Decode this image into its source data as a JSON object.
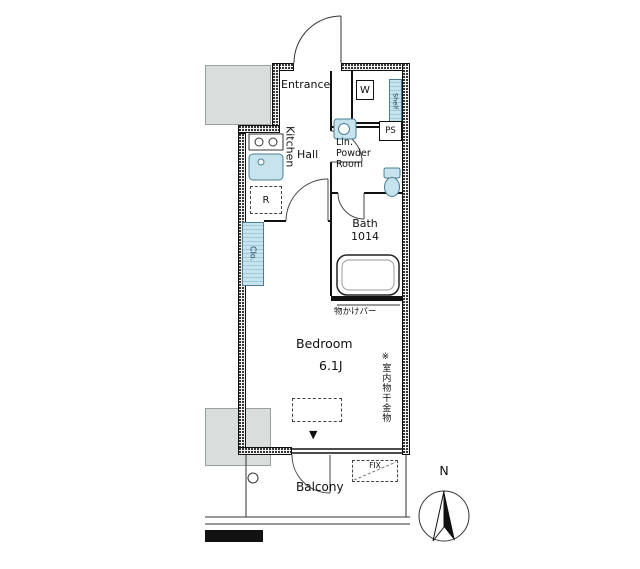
{
  "floor_plan": {
    "rooms": {
      "entrance": "Entrance",
      "hall": "Hall",
      "kitchen": "Kitchen",
      "powder_lin": "Lin.",
      "powder_room": "Powder\nRoom",
      "bath": "Bath\n1014",
      "bedroom": "Bedroom",
      "bedroom_size": "6.1J",
      "balcony": "Balcony"
    },
    "fixtures": {
      "washer": "W",
      "shelf": "Shelf",
      "pipe_space": "PS",
      "refrigerator": "R",
      "closet": "Clo.",
      "fix_window": "FIX"
    },
    "annotations": {
      "hanger_bar": "物かけバー",
      "indoor_drying": "※室内物干金物",
      "entry_marker": "▼"
    },
    "compass": {
      "north": "N"
    },
    "colors": {
      "fixture_blue": "#c7e4ee",
      "fixture_blue_stroke": "#4a7f93",
      "neighbor_gray": "#d9dedd",
      "wall_black": "#111111"
    }
  }
}
